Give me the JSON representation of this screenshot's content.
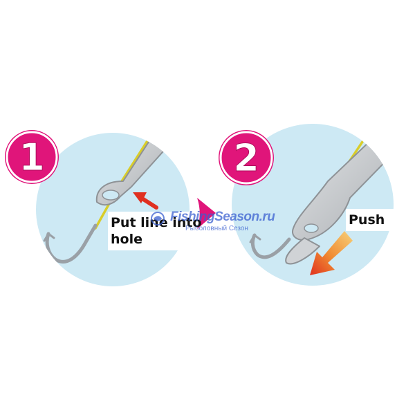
{
  "steps": [
    {
      "number": "1",
      "label_line1": "Put line into",
      "label_line2": "hole"
    },
    {
      "number": "2",
      "label": "Push"
    }
  ],
  "watermark": {
    "main": "FishingSeason.ru",
    "sub": "Рыболовный Сезон"
  },
  "colors": {
    "circle_fill": "#cde9f4",
    "badge": "#e0157a",
    "arrow_between": "#e0157a",
    "tool_body": "#c9cccf",
    "hook": "#9aa0a6",
    "fishing_line": "#d9cd2a",
    "push_arrow_start": "#f5c46b",
    "push_arrow_end": "#e0301e",
    "insert_arrow": "#e03020"
  }
}
